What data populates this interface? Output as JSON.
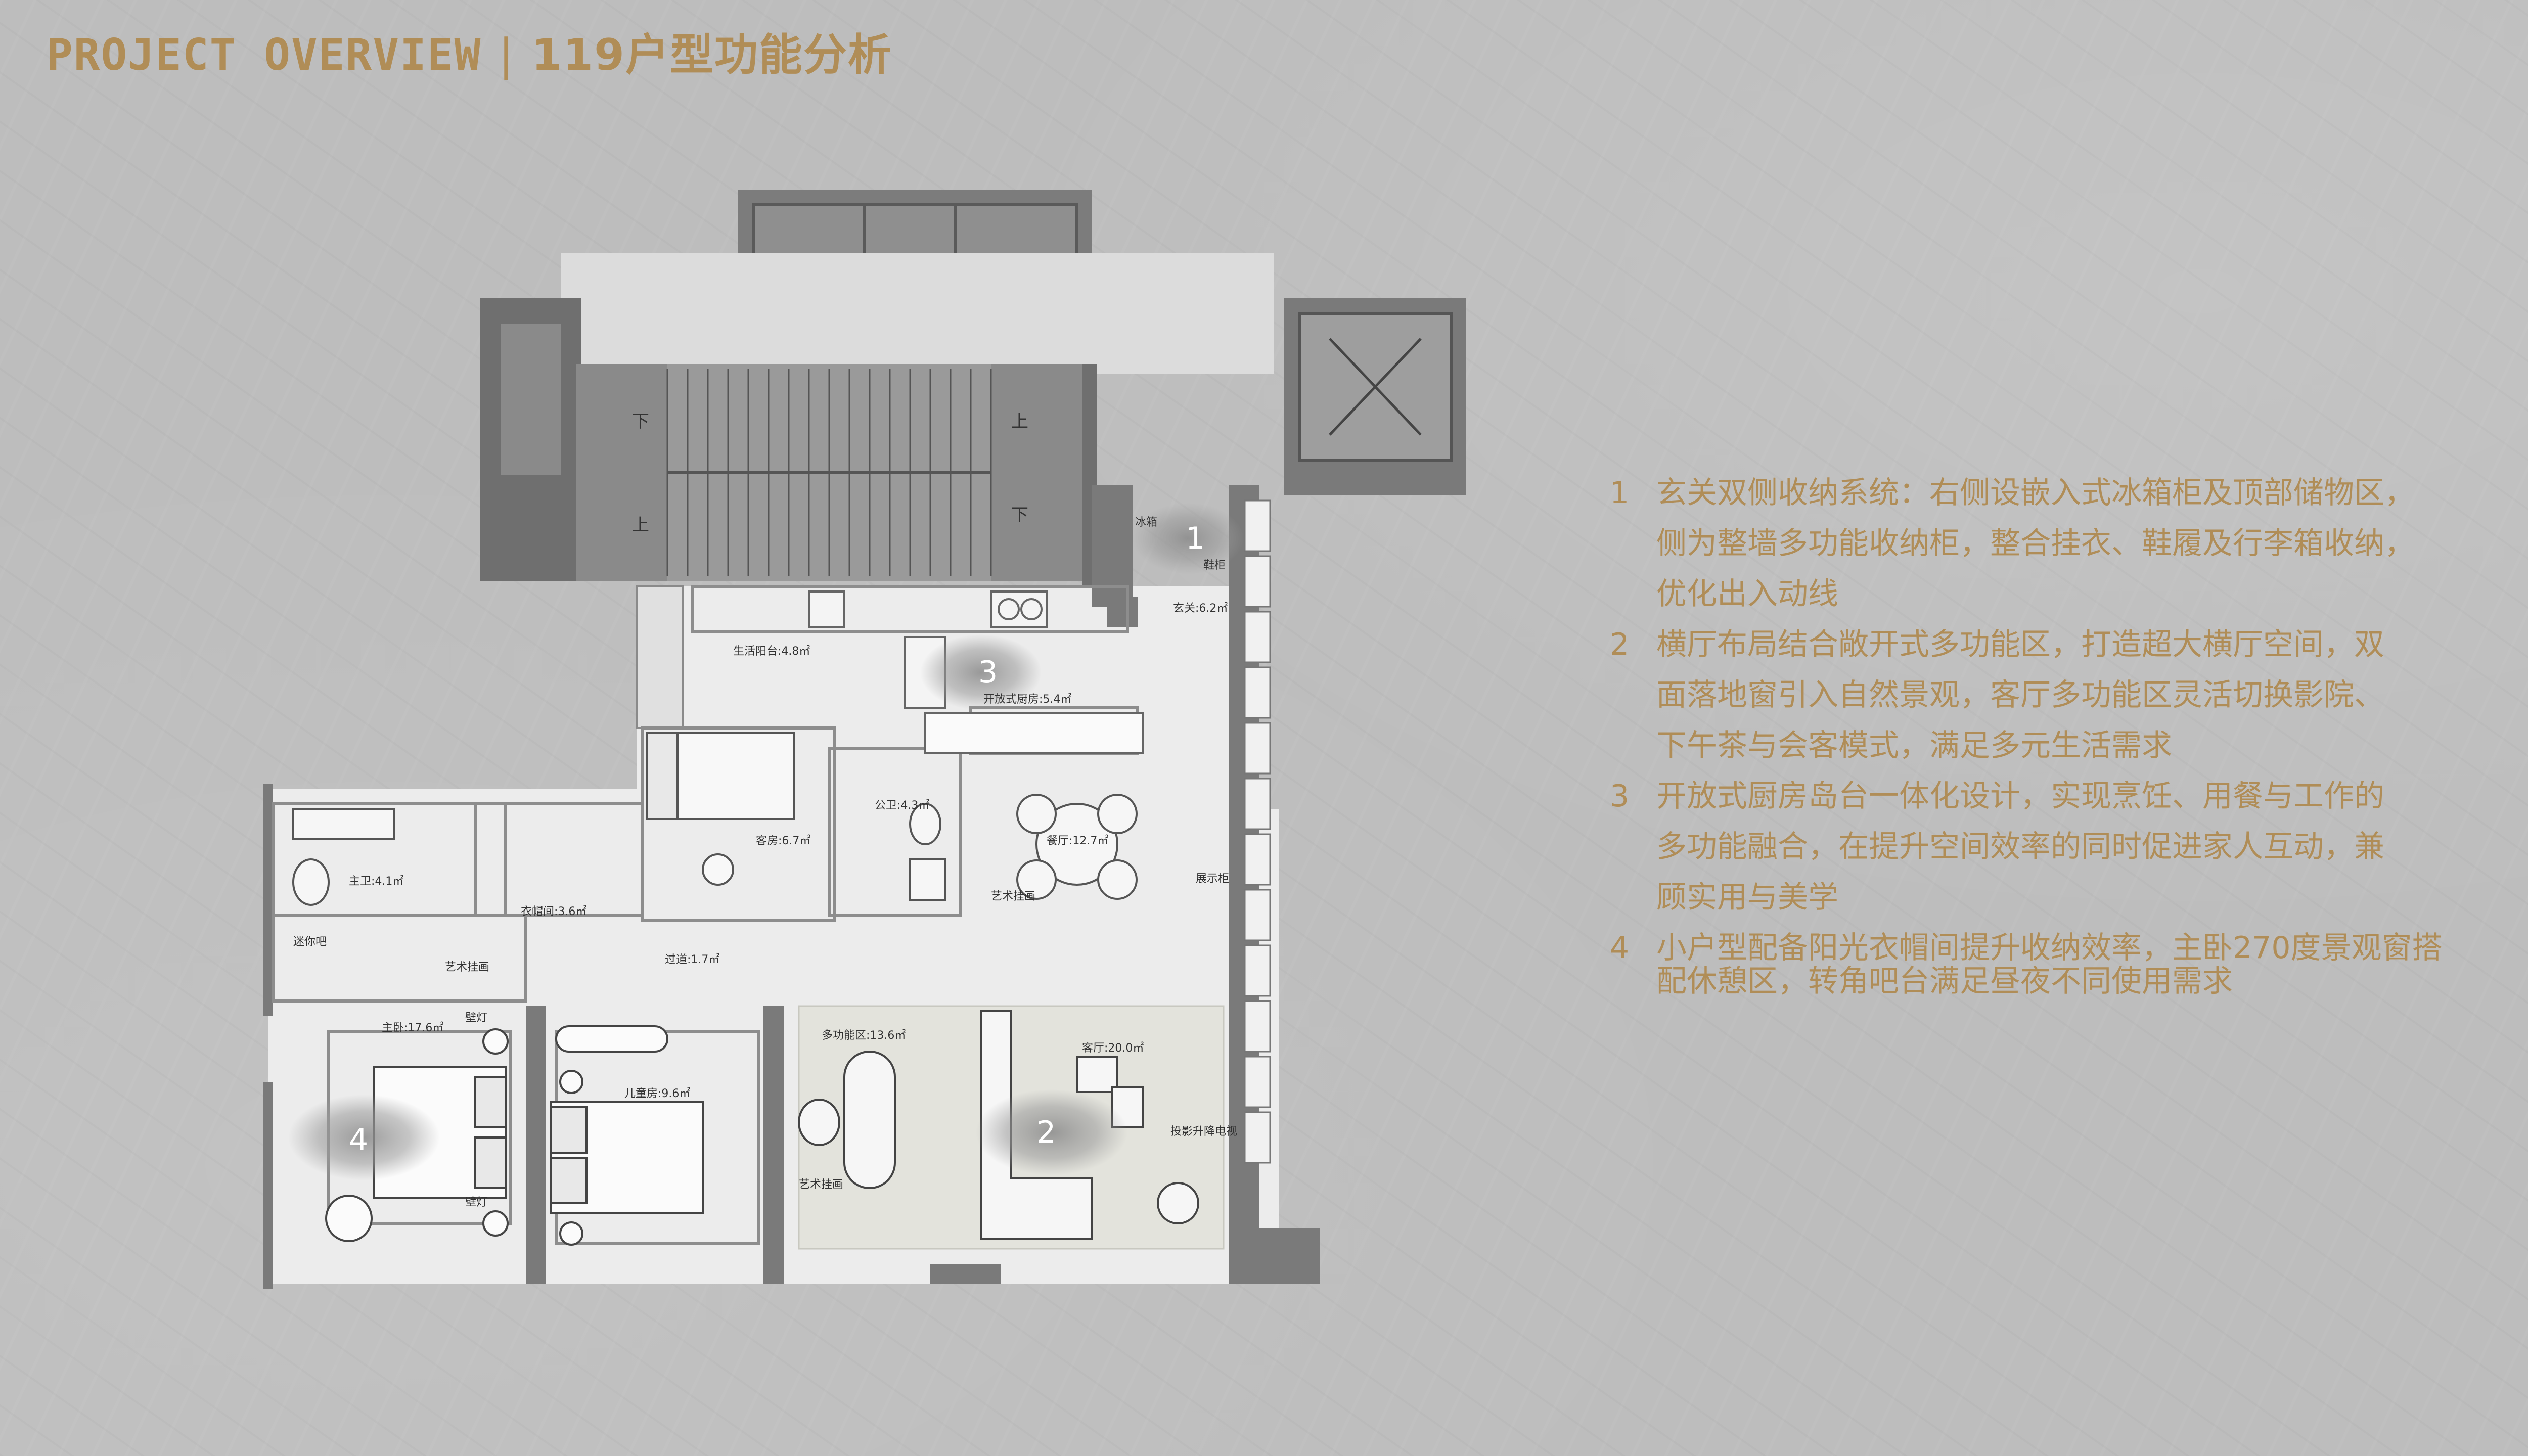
{
  "header": {
    "title_en": "PROJECT OVERVIEW",
    "separator": "|",
    "title_cn": "119户型功能分析"
  },
  "colors": {
    "accent": "#b08d57",
    "background": "#bdbdbd",
    "wall_dark": "#5f5f5f",
    "core_gray": "#8a8a8a",
    "floor_light": "#ececec",
    "zone_fill": "#e3e3dc"
  },
  "plan": {
    "rooms": {
      "entry": "玄关:6.2㎡",
      "fridge": "冰箱",
      "shoe_cabinet": "鞋柜",
      "utility_balcony": "生活阳台:4.8㎡",
      "open_kitchen": "开放式厨房:5.4㎡",
      "guest_room": "客房:6.7㎡",
      "public_bath": "公卫:4.3㎡",
      "dining": "餐厅:12.7㎡",
      "master_bath": "主卫:4.1㎡",
      "cloakroom": "衣帽间:3.6㎡",
      "hallway": "过道:1.7㎡",
      "mini_bar": "迷你吧",
      "master_bedroom": "主卧:17.6㎡",
      "wall_lamp_1": "壁灯",
      "wall_lamp_2": "壁灯",
      "kids_room": "儿童房:9.6㎡",
      "multi_zone": "多功能区:13.6㎡",
      "living_room": "客厅:20.0㎡",
      "display_cabinet": "展示柜",
      "projector_tv": "投影升降电视",
      "art_hanging_1": "艺术挂画",
      "art_hanging_2": "艺术挂画",
      "art_hanging_3": "艺术挂画"
    },
    "stairs": {
      "down_1": "下",
      "up_1": "上",
      "up_2": "上",
      "down_2": "下"
    },
    "markers": [
      "1",
      "2",
      "3",
      "4"
    ]
  },
  "notes": [
    {
      "num": "1",
      "lines": [
        "玄关双侧收纳系统：右侧设嵌入式冰箱柜及顶部储物区，",
        "侧为整墙多功能收纳柜，整合挂衣、鞋履及行李箱收纳，",
        "优化出入动线"
      ]
    },
    {
      "num": "2",
      "lines": [
        "横厅布局结合敞开式多功能区，打造超大横厅空间，双",
        "面落地窗引入自然景观，客厅多功能区灵活切换影院、",
        "下午茶与会客模式，满足多元生活需求"
      ]
    },
    {
      "num": "3",
      "lines": [
        "开放式厨房岛台一体化设计，实现烹饪、用餐与工作的",
        "多功能融合，在提升空间效率的同时促进家人互动，兼",
        "顾实用与美学"
      ]
    },
    {
      "num": "4",
      "lines": [
        "小户型配备阳光衣帽间提升收纳效率，主卧270度景观窗搭",
        " 配休憩区，转角吧台满足昼夜不同使用需求"
      ]
    }
  ]
}
